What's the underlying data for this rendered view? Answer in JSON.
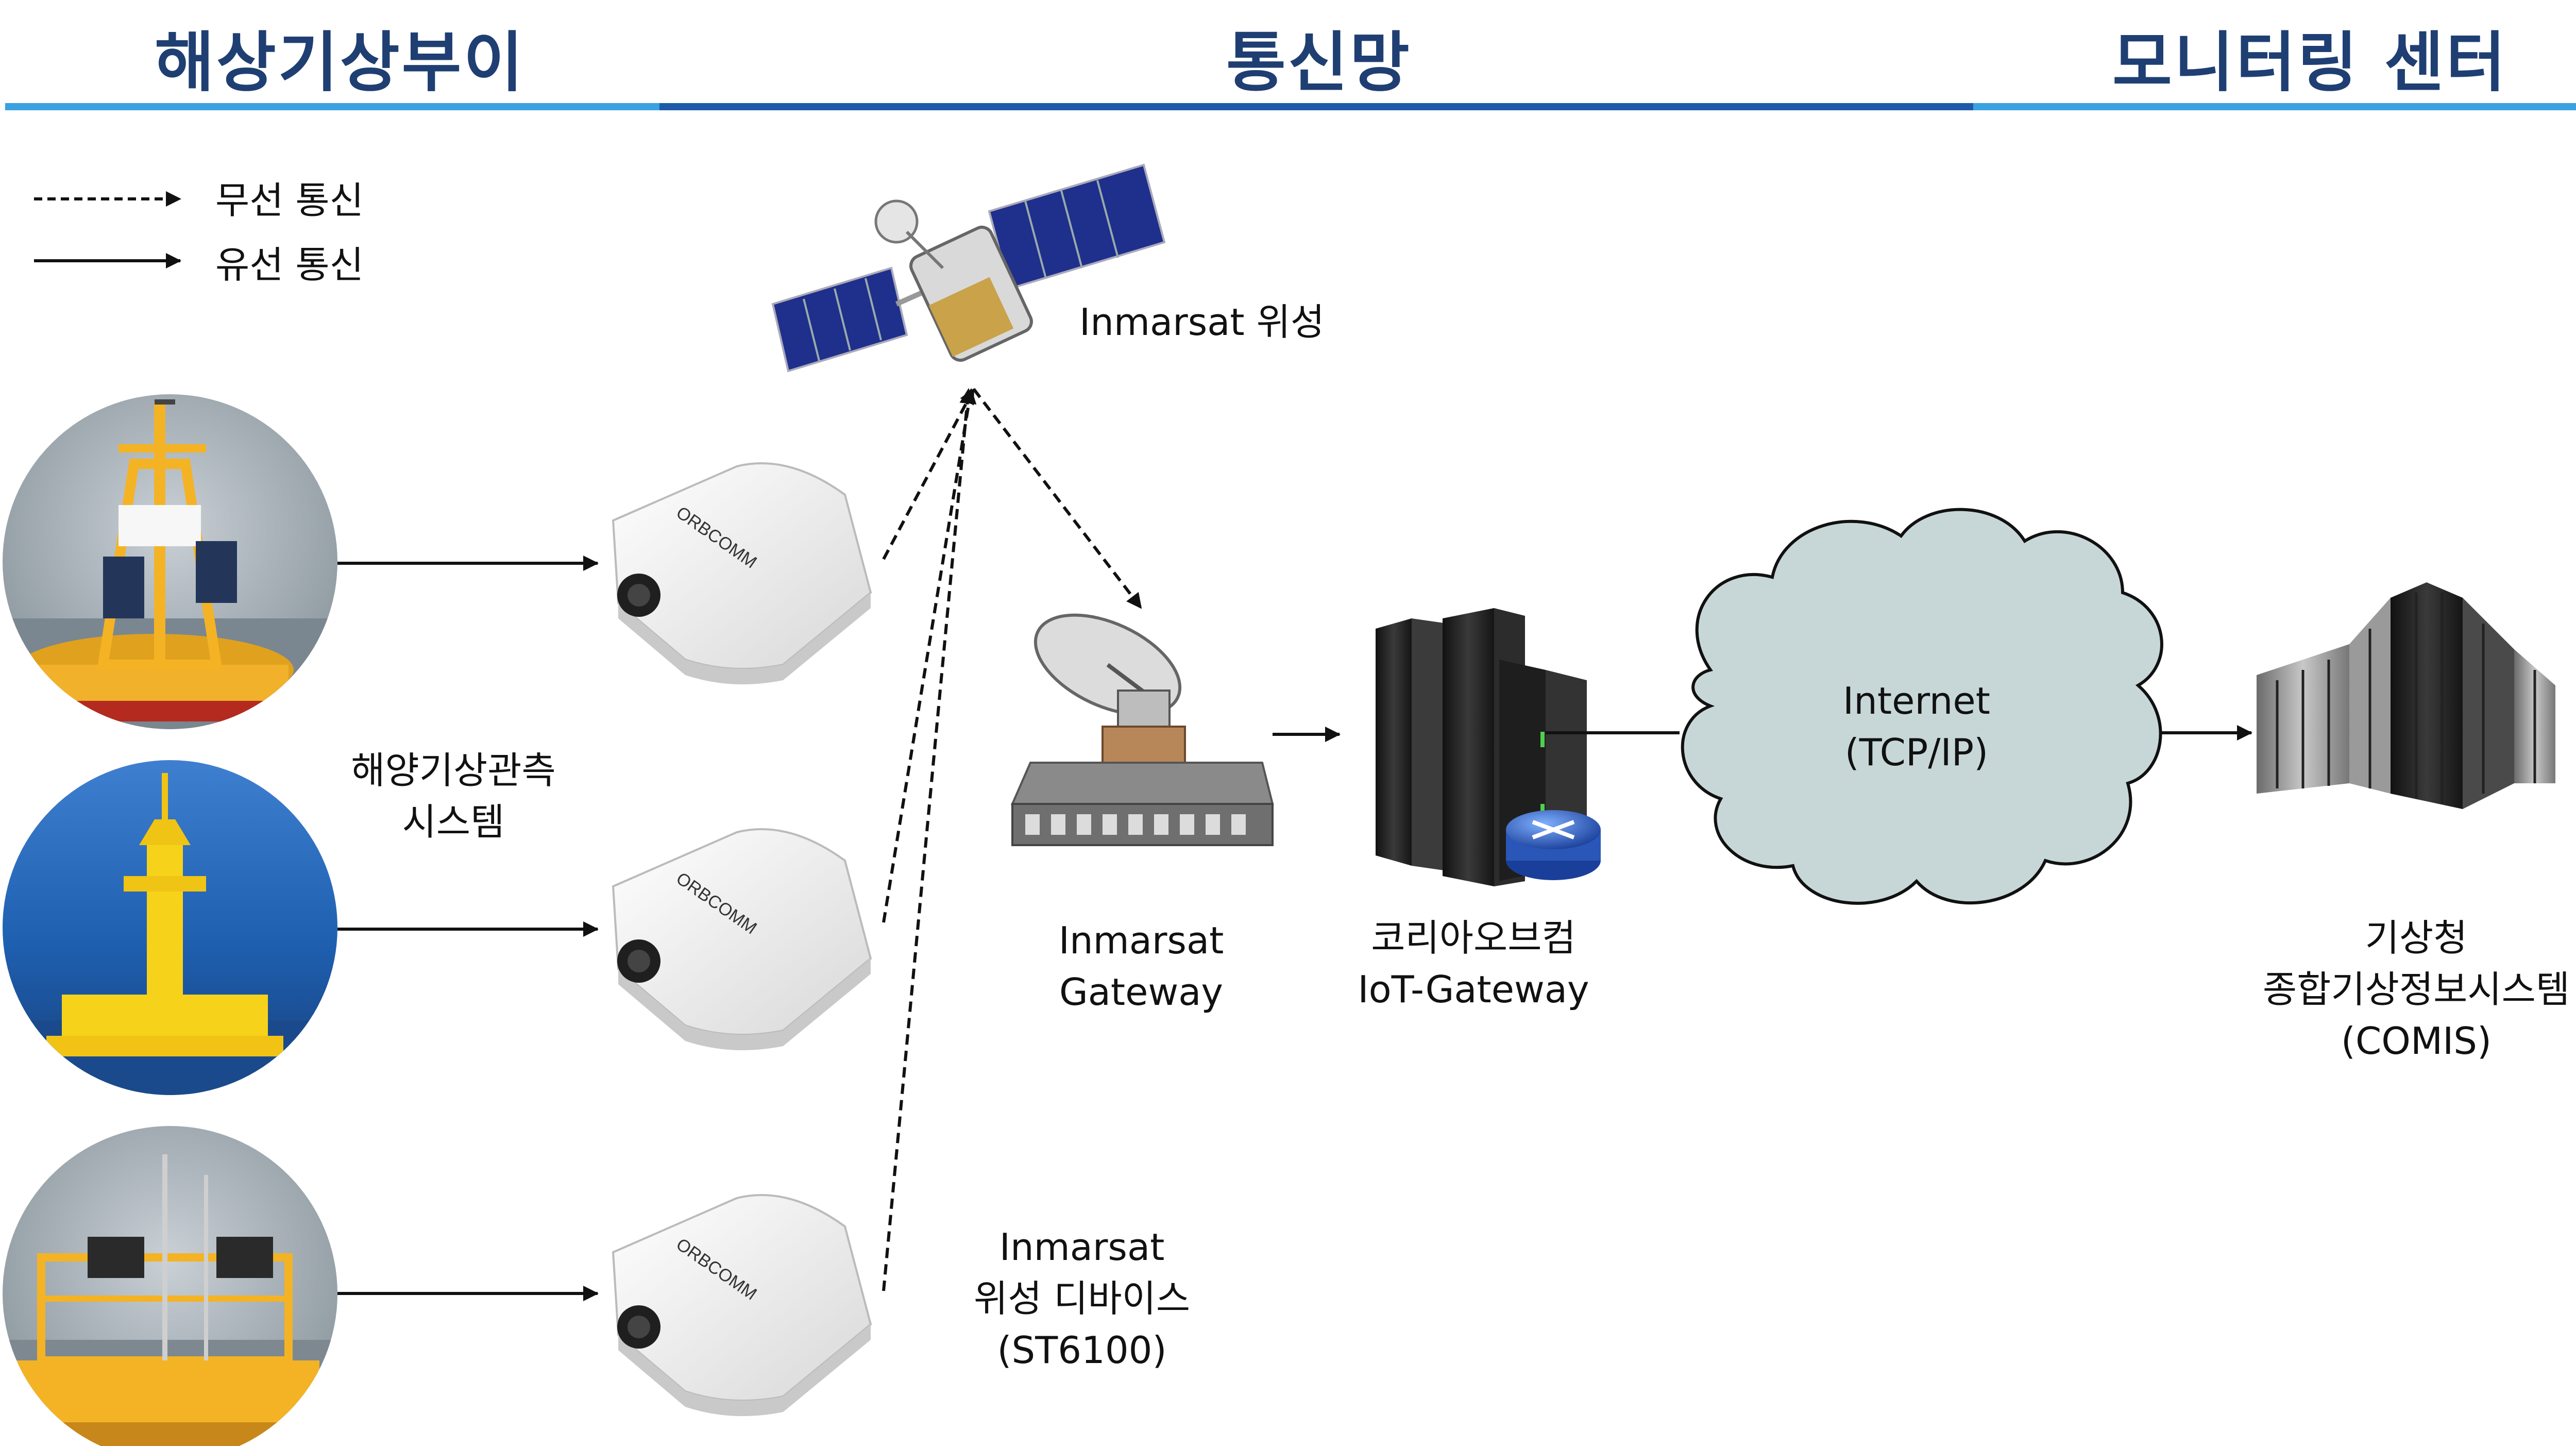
{
  "header": {
    "left_title": "해상기상부이",
    "center_title": "통신망",
    "right_title": "모니터링 센터",
    "colors": {
      "title": "#1f3f73",
      "rule_light": "#3aa2e0",
      "rule_dark": "#1f5aa8"
    }
  },
  "legend": {
    "wireless_label": "무선 통신",
    "wired_label": "유선 통신"
  },
  "nodes": {
    "satellite_label": "Inmarsat 위성",
    "buoy_system_label": [
      "해양기상관측",
      "시스템"
    ],
    "sat_device_label": [
      "Inmarsat",
      "위성 디바이스",
      "(ST6100)"
    ],
    "gateway_label": [
      "Inmarsat",
      "Gateway"
    ],
    "iot_gateway_label": [
      "코리아오브컴",
      "IoT-Gateway"
    ],
    "internet_label": [
      "Internet",
      "(TCP/IP)"
    ],
    "comis_label": [
      "기상청",
      "종합기상정보시스템",
      "(COMIS)"
    ],
    "device_brand": "ORBCOMM",
    "colors": {
      "cloud": "#c7d7d8",
      "buoy_yellow": "#f4b324",
      "sea_blue": "#1f5fb0",
      "server_dark": "#2a2a2a"
    }
  }
}
